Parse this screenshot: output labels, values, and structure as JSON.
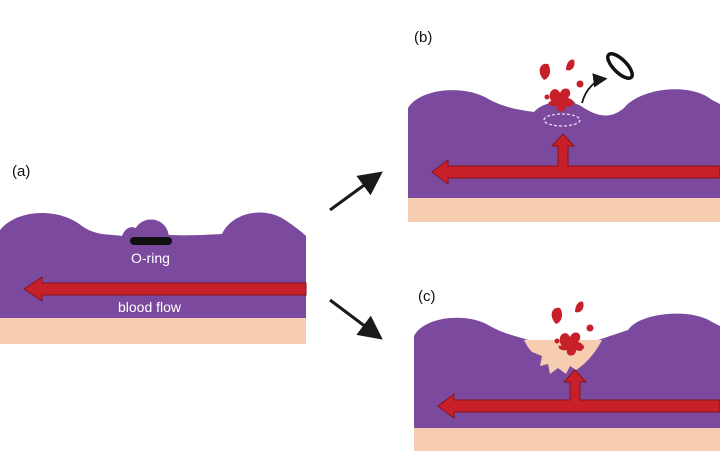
{
  "panels": {
    "a": {
      "label": "(a)",
      "oring_label": "O-ring",
      "flow_label": "blood flow"
    },
    "b": {
      "label": "(b)"
    },
    "c": {
      "label": "(c)"
    }
  },
  "colors": {
    "tissue": "#7b4a9e",
    "skin": "#f7cdb1",
    "blood": "#c8202a",
    "blood_dark": "#8a1218",
    "ring": "#111111",
    "arrow": "#1a1a1a"
  }
}
